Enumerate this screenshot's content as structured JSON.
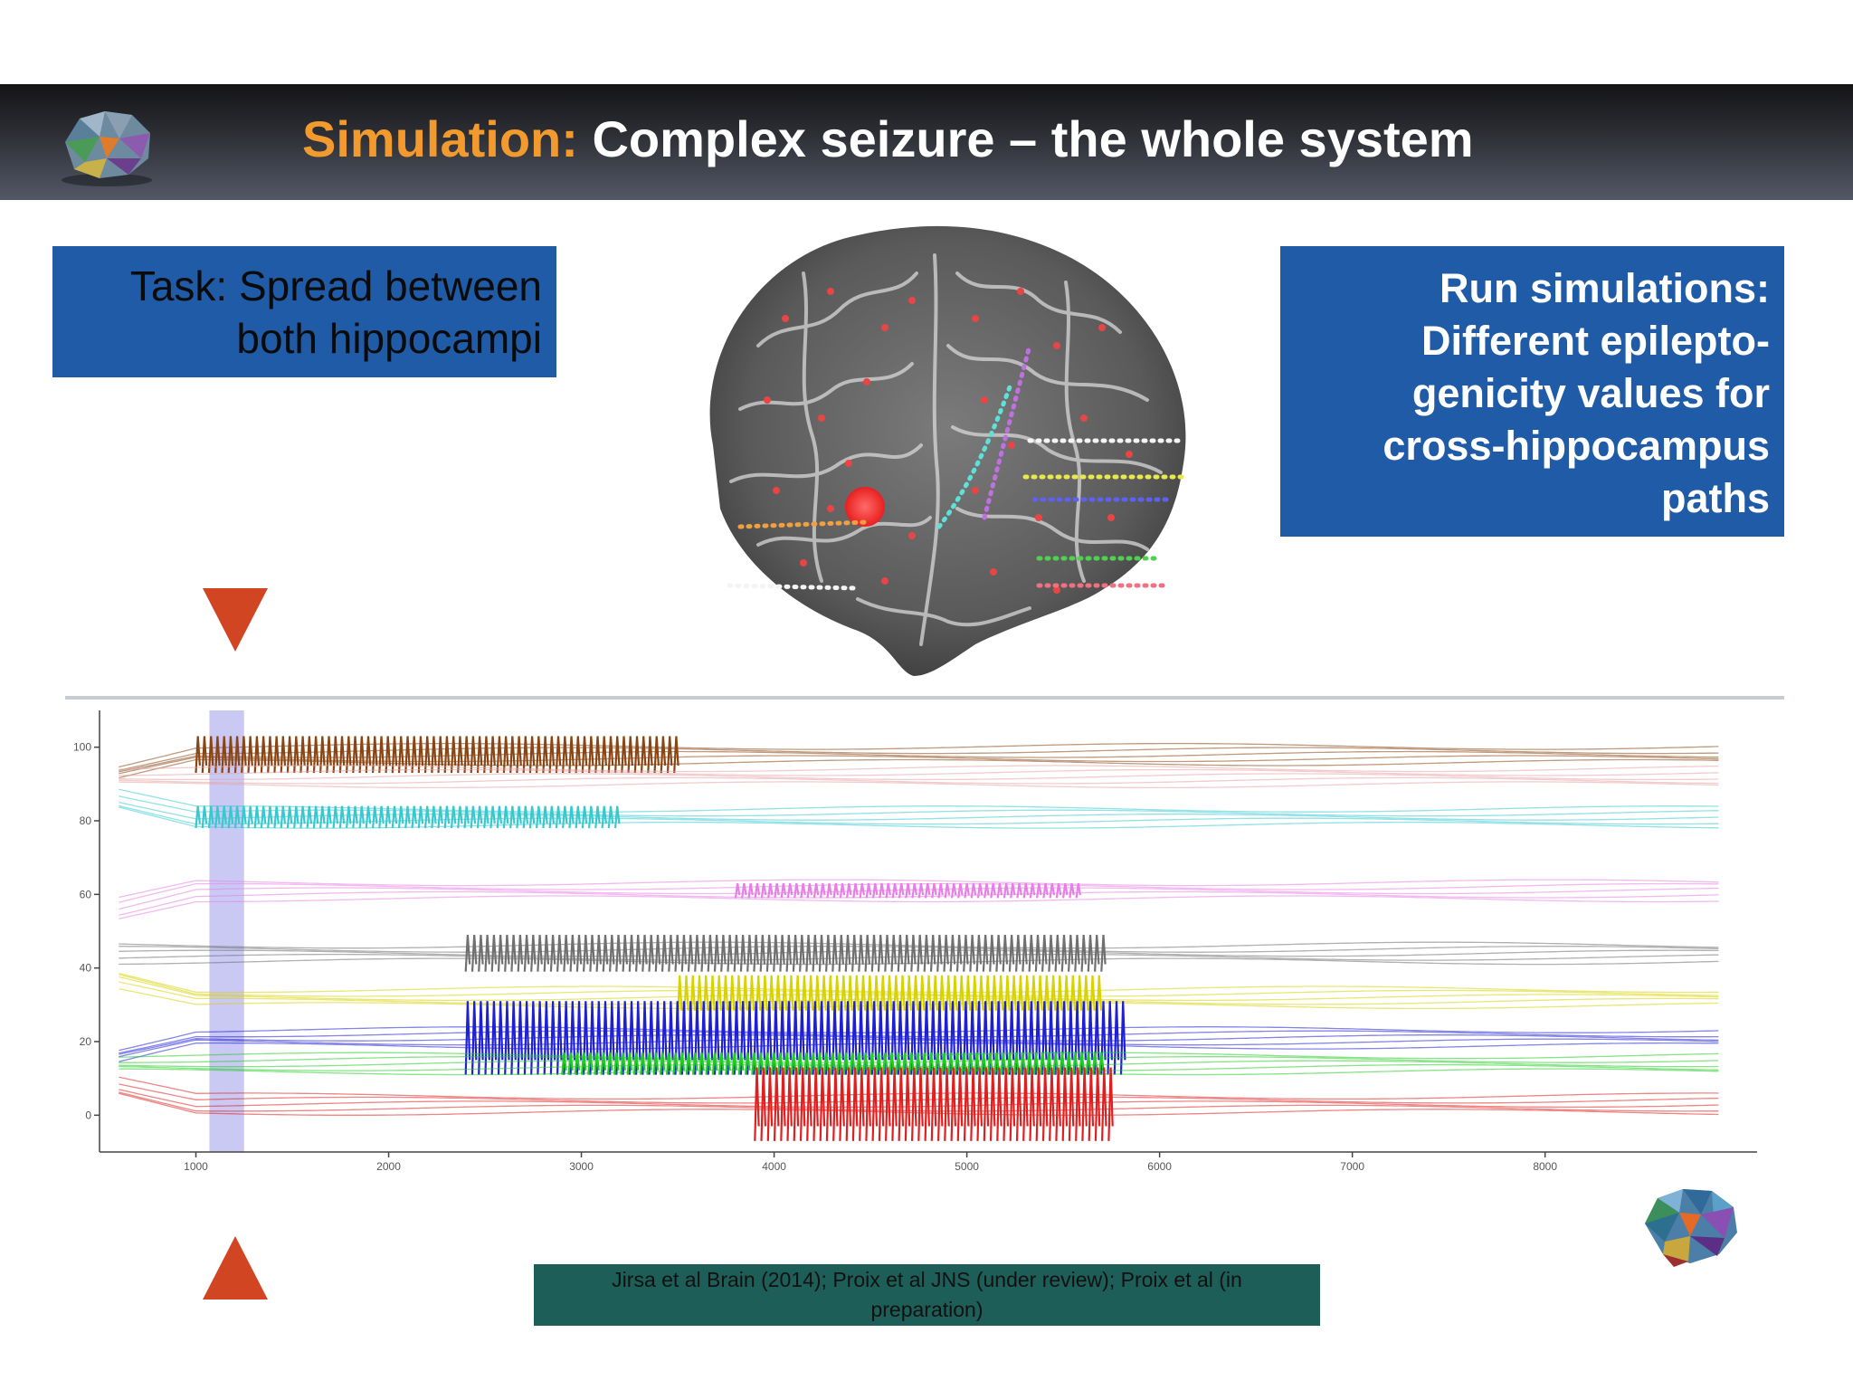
{
  "header": {
    "title_accent": "Simulation:",
    "title_main": "Complex seizure – the whole system"
  },
  "task_box": {
    "lines": [
      "Task: Spread between",
      "both hippocampi"
    ]
  },
  "run_box": {
    "lines": [
      "Run simulations:",
      "Different epilepto-",
      "genicity values for",
      "cross-hippocampus",
      "paths"
    ]
  },
  "chart_data": {
    "type": "line",
    "title": "",
    "xlabel": "",
    "ylabel": "",
    "x_ticks": [
      "1000",
      "2000",
      "3000",
      "4000",
      "5000",
      "6000",
      "7000",
      "8000"
    ],
    "y_ticks": [
      "0",
      "20",
      "40",
      "60",
      "80",
      "100"
    ],
    "xlim": [
      500,
      9100
    ],
    "ylim": [
      -10,
      110
    ],
    "highlight_band": [
      1070,
      1250
    ],
    "series": [
      {
        "color": "#8b4513",
        "baseline": 98,
        "burst": [
          1000,
          3500
        ],
        "amp": 5
      },
      {
        "color": "#e8a3a3",
        "baseline": 92,
        "burst": null,
        "amp": 0
      },
      {
        "color": "#37c9cf",
        "baseline": 81,
        "burst": [
          1000,
          3200
        ],
        "amp": 3
      },
      {
        "color": "#e77fe6",
        "baseline": 61,
        "burst": [
          3800,
          5600
        ],
        "amp": 2
      },
      {
        "color": "#707070",
        "baseline": 44,
        "burst": [
          2400,
          5700
        ],
        "amp": 5
      },
      {
        "color": "#d8d200",
        "baseline": 32,
        "burst": [
          3500,
          5700
        ],
        "amp": 6
      },
      {
        "color": "#1f1fd6",
        "baseline": 21,
        "burst": [
          2400,
          5800
        ],
        "amp": 10
      },
      {
        "color": "#22cc22",
        "baseline": 14,
        "burst": [
          2900,
          5700
        ],
        "amp": 3
      },
      {
        "color": "#e01f1f",
        "baseline": 3,
        "burst": [
          3900,
          5750
        ],
        "amp": 10
      }
    ]
  },
  "citation": {
    "lines": [
      "Jirsa et al Brain (2014); Proix et al JNS (under review); Proix et al (in",
      "preparation)"
    ]
  },
  "colors": {
    "accent": "#f39a2e",
    "box_blue": "#1f5ba6",
    "citation_green": "#1e5e58",
    "arrow_red": "#d24523"
  },
  "icons": {
    "header_logo": "polygon-brain-logo-icon",
    "corner_logo": "polygon-brain-logo-icon",
    "brain_figure": "brain-electrode-figure"
  }
}
